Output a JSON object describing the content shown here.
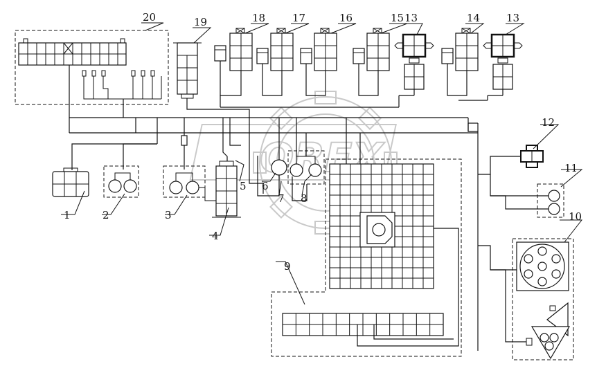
{
  "diagram": {
    "callouts": [
      "1",
      "2",
      "3",
      "4",
      "5",
      "6",
      "7",
      "8",
      "9",
      "10",
      "11",
      "12",
      "13",
      "13",
      "14",
      "15",
      "16",
      "17",
      "18",
      "19",
      "20"
    ],
    "watermark": "OREX"
  }
}
